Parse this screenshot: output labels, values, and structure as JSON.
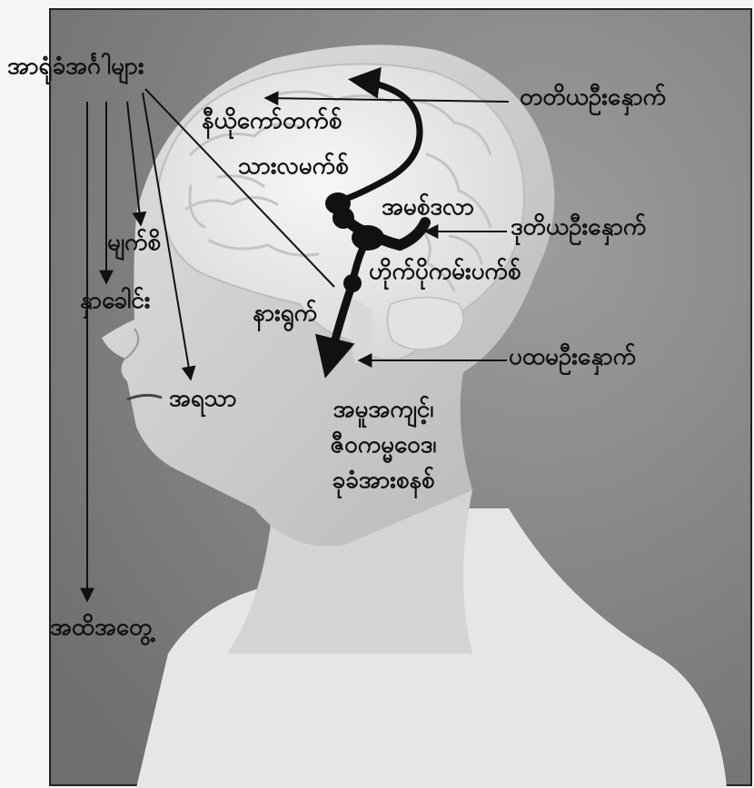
{
  "labels": {
    "senses": "အာရုံခံအင်္ဂါများ",
    "eye": "မျက်စိ",
    "nose": "နှာခေါင်း",
    "taste": "အရသာ",
    "touch": "အထိအတွေ့",
    "neocortex": "နီယိုကော်တက်စ်",
    "limbic": "သားလမက်စ်",
    "amygdala": "အမစ်ဒလာ",
    "hippocampus": "ဟိုက်ပိုကမ်းပက်စ်",
    "olfactory": "နားရွက်",
    "third_brain": "တတိယဦးနှောက်",
    "second_brain": "ဒုတိယဦးနှောက်",
    "first_brain": "ပထမဦးနှောက်",
    "output_1": "အမူအကျင့်၊",
    "output_2": "ဇီဝကမ္မဝေဒ၊",
    "output_3": "ခုခံအားစနစ်"
  }
}
